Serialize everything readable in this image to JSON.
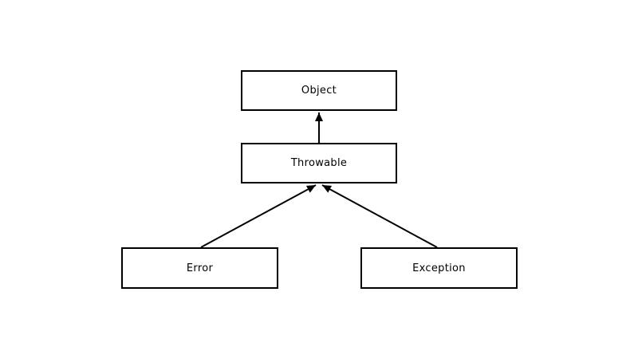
{
  "diagram": {
    "type": "class-hierarchy",
    "nodes": {
      "object": {
        "label": "Object"
      },
      "throwable": {
        "label": "Throwable"
      },
      "error": {
        "label": "Error"
      },
      "exception": {
        "label": "Exception"
      }
    },
    "edges": [
      {
        "from": "Throwable",
        "to": "Object",
        "style": "solid-filled-arrow"
      },
      {
        "from": "Error",
        "to": "Throwable",
        "style": "solid-filled-arrow"
      },
      {
        "from": "Exception",
        "to": "Throwable",
        "style": "solid-filled-arrow"
      }
    ],
    "colors": {
      "background": "#ffffff",
      "node_fill": "#ffffff",
      "stroke": "#000000",
      "text": "#000000"
    }
  }
}
